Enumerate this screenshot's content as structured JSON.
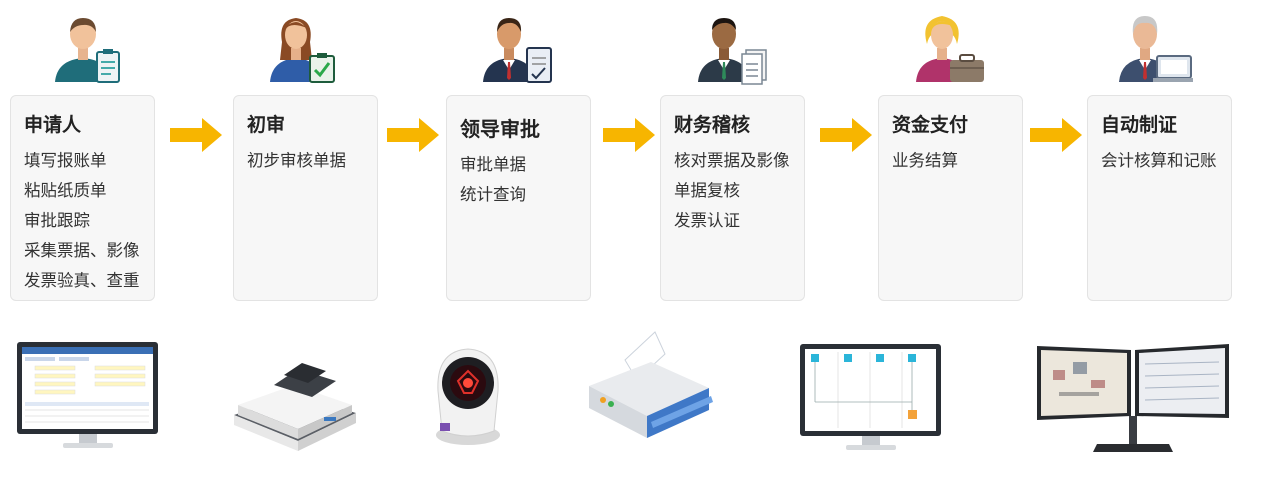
{
  "steps": [
    {
      "title": "申请人",
      "lines": [
        "填写报账单",
        "粘贴纸质单",
        "审批跟踪",
        "采集票据、影像",
        "发票验真、查重"
      ]
    },
    {
      "title": "初审",
      "lines": [
        "初步审核单据"
      ]
    },
    {
      "title": "领导审批",
      "lines": [
        "审批单据",
        "统计查询"
      ]
    },
    {
      "title": "财务稽核",
      "lines": [
        "核对票据及影像",
        "单据复核",
        "发票认证"
      ]
    },
    {
      "title": "资金支付",
      "lines": [
        "业务结算"
      ]
    },
    {
      "title": "自动制证",
      "lines": [
        "会计核算和记账"
      ]
    }
  ],
  "colors": {
    "arrow": "#f7b500",
    "card_bg": "#f7f7f7",
    "card_border": "#e3e3e3",
    "text": "#222222"
  },
  "avatars": [
    "applicant-avatar-icon",
    "reviewer-avatar-icon",
    "leader-avatar-icon",
    "auditor-avatar-icon",
    "payment-avatar-icon",
    "voucher-avatar-icon"
  ],
  "devices": [
    "monitor-form-icon",
    "document-scanner-icon",
    "barcode-scanner-icon",
    "printer-icon",
    "monitor-workflow-icon",
    "dual-monitor-icon"
  ]
}
